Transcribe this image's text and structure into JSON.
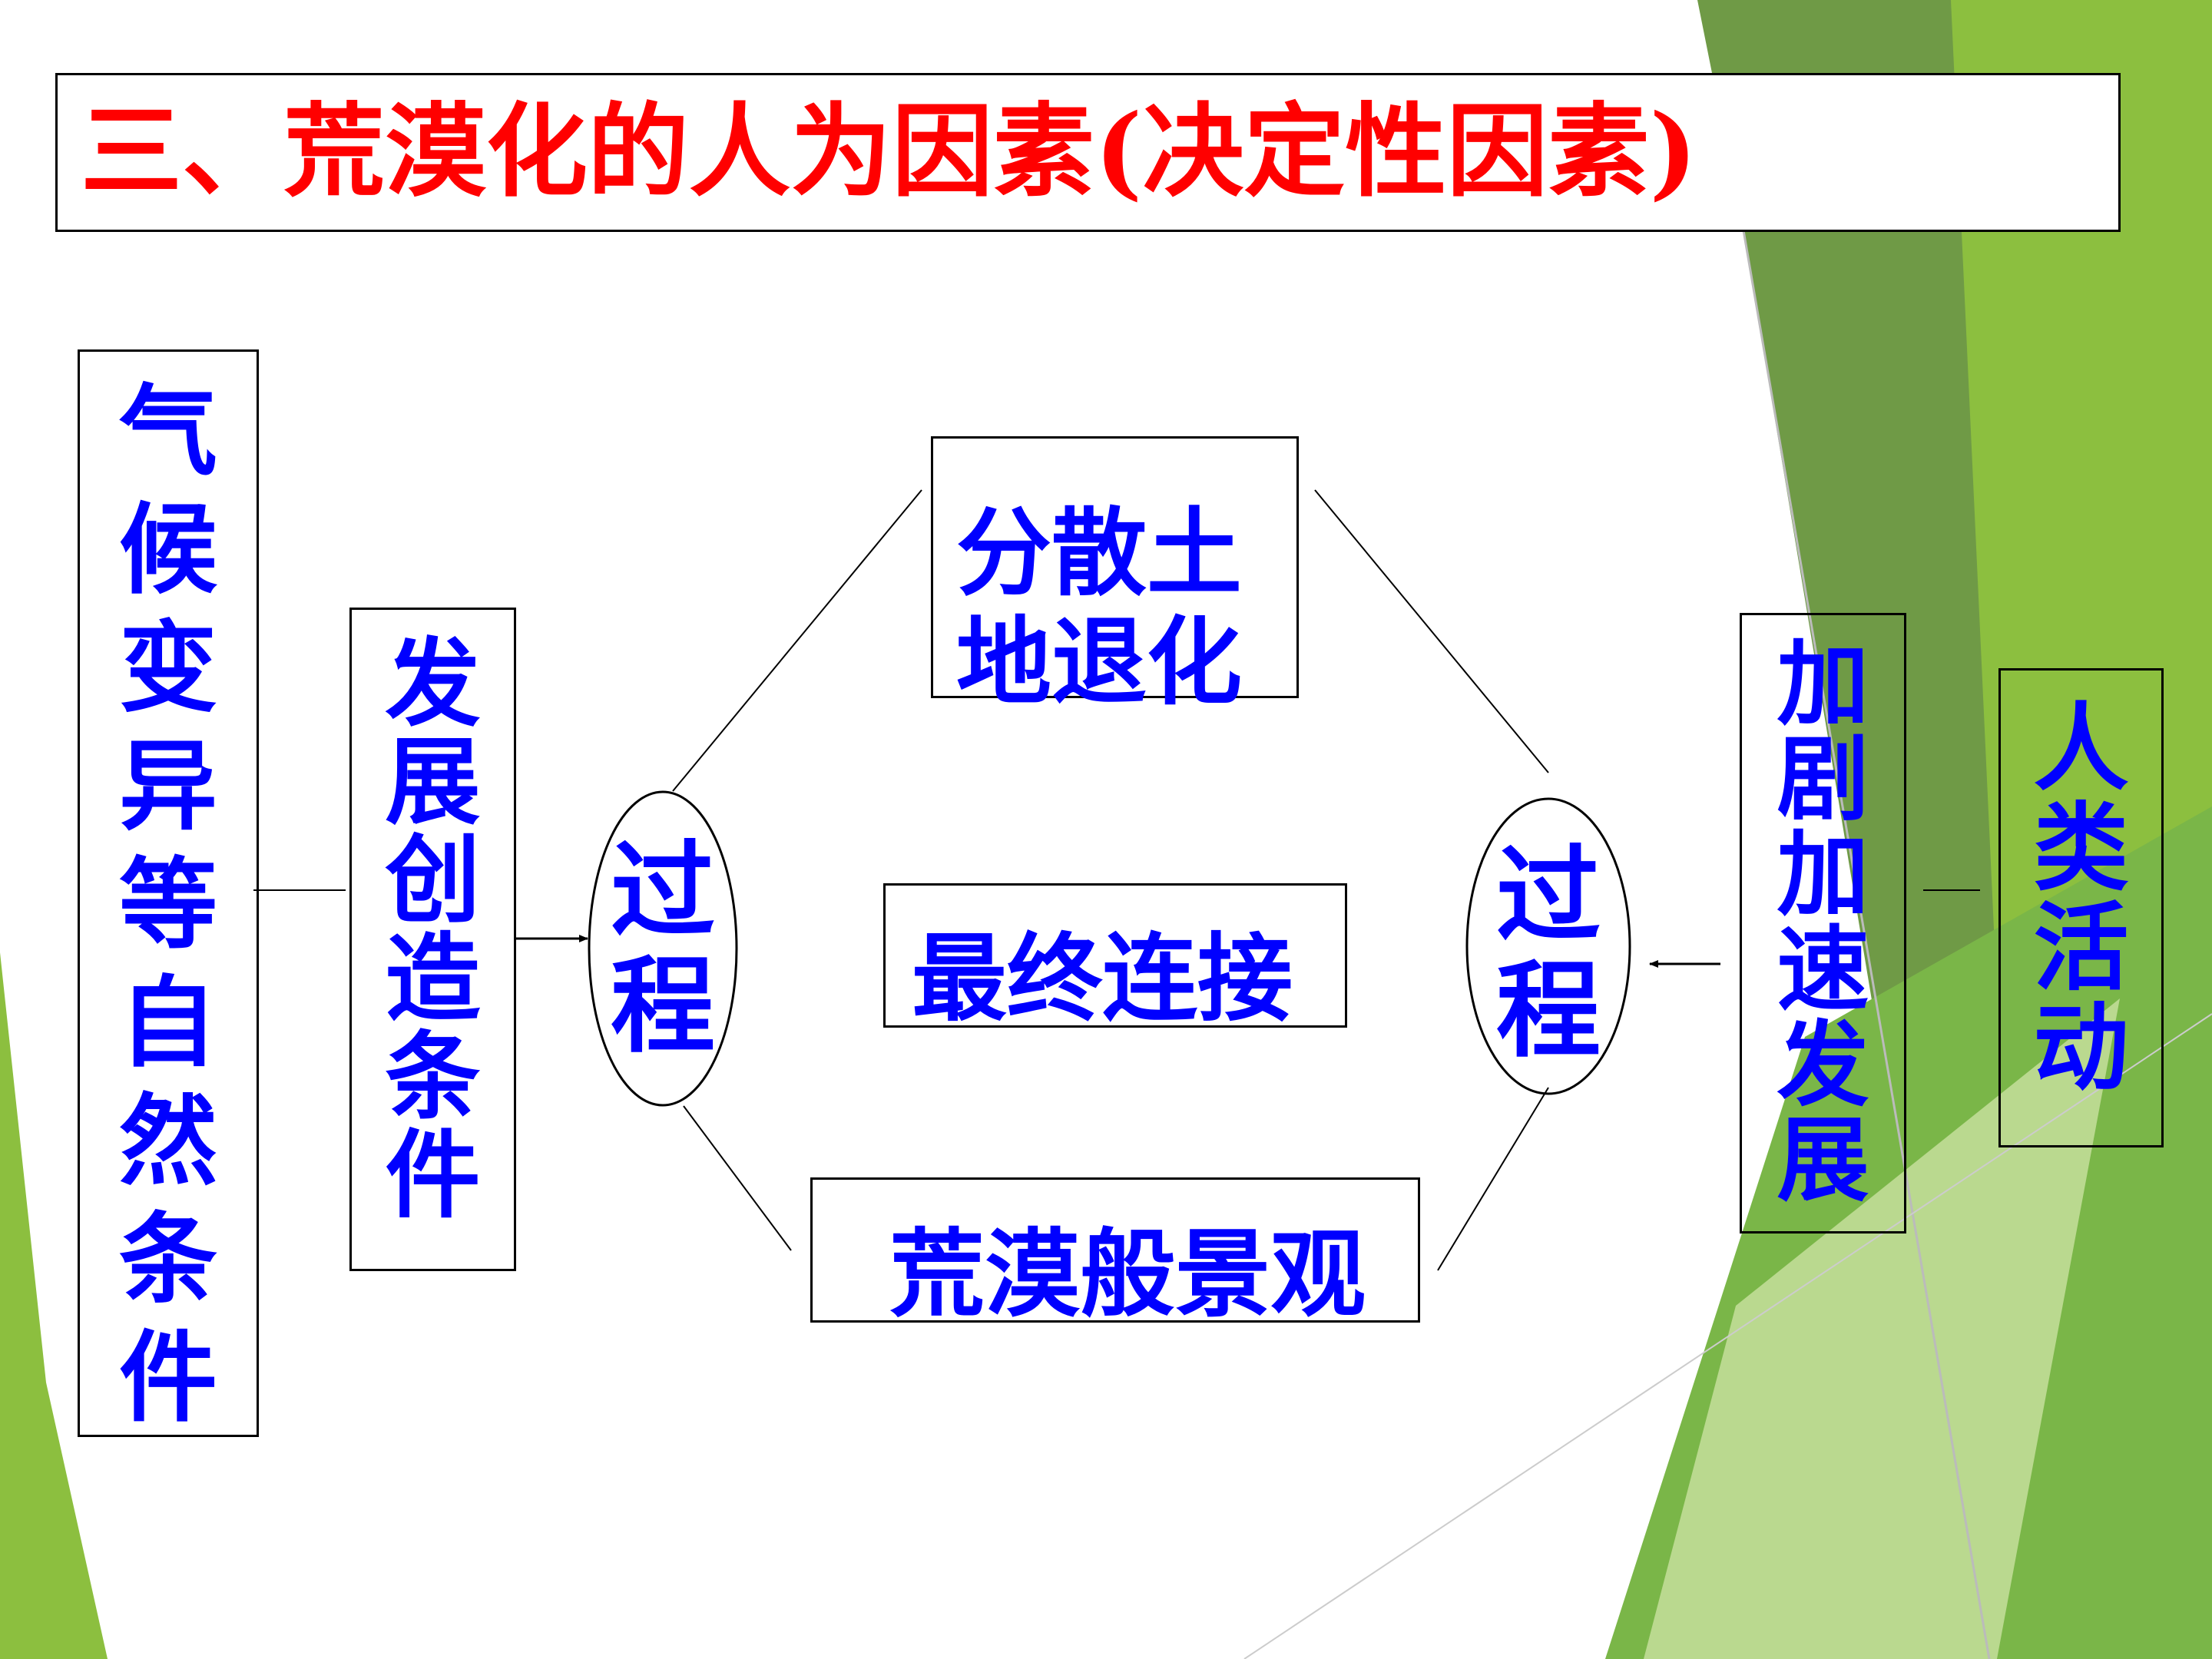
{
  "title": "三、荒漠化的人为因素(决定性因素)",
  "colors": {
    "title": "#ff0000",
    "node_text": "#0000ff",
    "border": "#000000",
    "accent_green": "#8cbf3f"
  },
  "nodes": {
    "climate": "气候变异等自然条件",
    "conditions": "发展创造条件",
    "process_left": "过程",
    "scattered_degradation": "分散土地退化",
    "final_connection": "最终连接",
    "desert_landscape": "荒漠般景观",
    "process_right": "过程",
    "accelerate": "加剧加速发展",
    "human_activity": "人类活动"
  }
}
